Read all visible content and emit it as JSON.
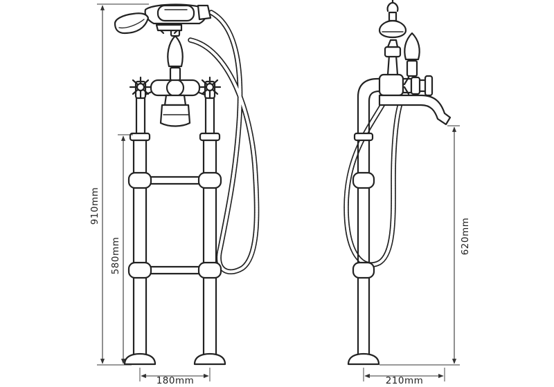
{
  "dimensions": {
    "overall_height": "910mm",
    "leg_height": "580mm",
    "front_width": "180mm",
    "spout_height": "620mm",
    "side_width": "210mm"
  },
  "colors": {
    "line": "#222222",
    "background": "#ffffff"
  },
  "views": [
    "front-view",
    "side-view"
  ]
}
